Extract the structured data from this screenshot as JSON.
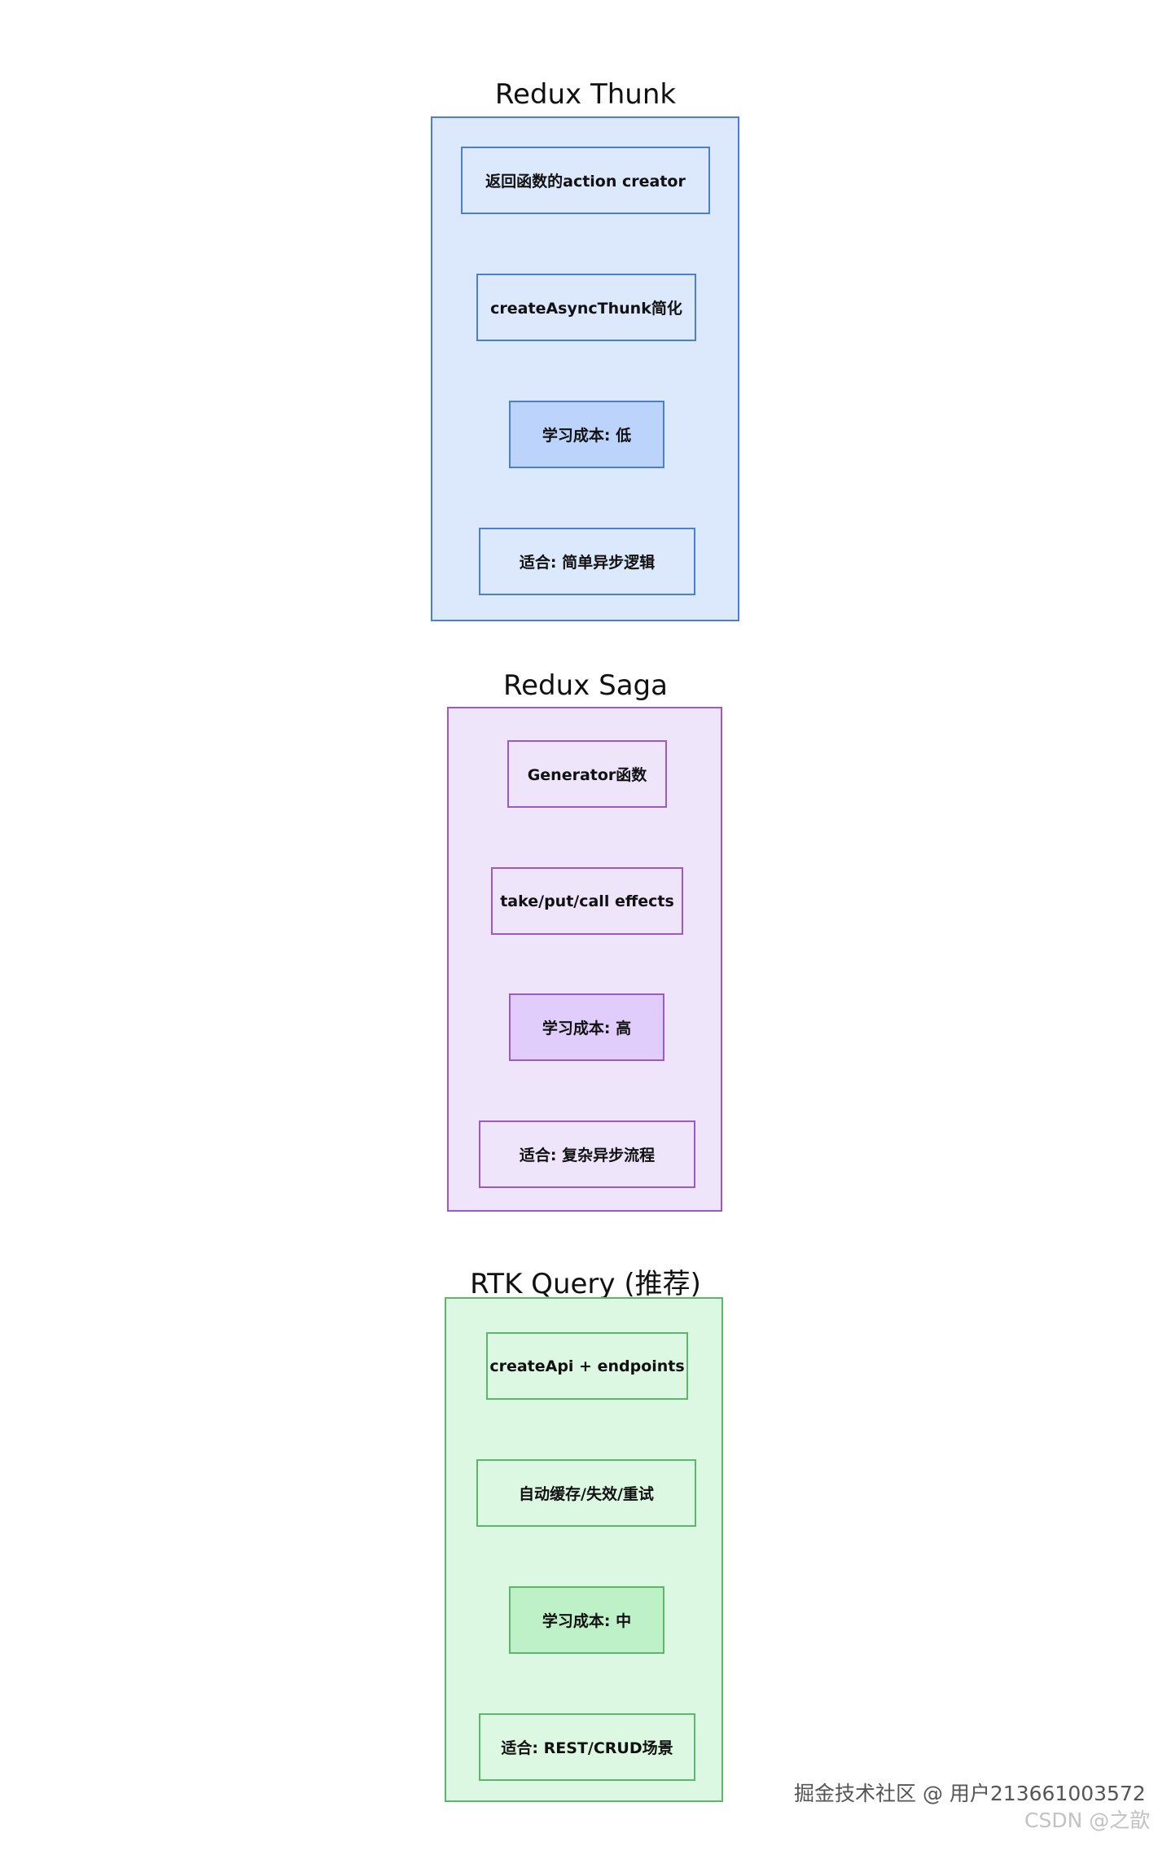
{
  "groups": [
    {
      "title": "Redux Thunk",
      "nodes": [
        "返回函数的action creator",
        "createAsyncThunk简化",
        "学习成本: 低",
        "适合: 简单异步逻辑"
      ],
      "border_color": "#4a7fd6",
      "fill_color": "#dce8fb",
      "highlight_fill": "#bcd4fb"
    },
    {
      "title": "Redux Saga",
      "nodes": [
        "Generator函数",
        "take/put/call effects",
        "学习成本: 高",
        "适合: 复杂异步流程"
      ],
      "border_color": "#9b59c9",
      "fill_color": "#efe5fb",
      "highlight_fill": "#e1cdfb"
    },
    {
      "title": "RTK Query (推荐)",
      "nodes": [
        "createApi + endpoints",
        "自动缓存/失效/重试",
        "学习成本: 中",
        "适合: REST/CRUD场景"
      ],
      "border_color": "#5cb868",
      "fill_color": "#ddf8e2",
      "highlight_fill": "#bff1c9"
    }
  ],
  "watermark": {
    "line1": "掘金技术社区 @ 用户213661003572",
    "line2": "CSDN @之歆"
  }
}
